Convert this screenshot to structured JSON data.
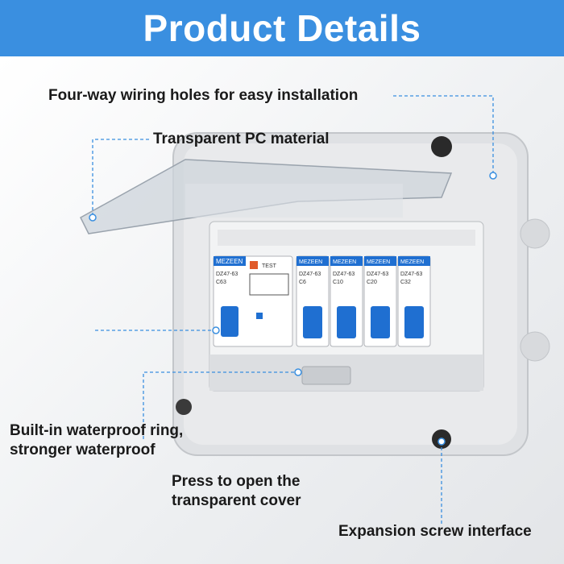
{
  "header": {
    "title": "Product Details"
  },
  "callouts": {
    "wiring_holes": "Four-way wiring holes for easy installation",
    "pc_material": "Transparent PC material",
    "waterproof_line1": "Built-in waterproof ring,",
    "waterproof_line2": "stronger waterproof",
    "press_line1": "Press to open the",
    "press_line2": "transparent cover",
    "expansion": "Expansion screw interface"
  },
  "breakers": [
    {
      "brand": "MEZEEN",
      "model": "DZ47-63",
      "rating": "C6"
    },
    {
      "brand": "MEZEEN",
      "model": "DZ47-63",
      "rating": "C10"
    },
    {
      "brand": "MEZEEN",
      "model": "DZ47-63",
      "rating": "C20"
    },
    {
      "brand": "MEZEEN",
      "model": "DZ47-63",
      "rating": "C32"
    }
  ],
  "rcd": {
    "brand": "MEZEEN",
    "model": "DZ47-63",
    "rating": "C63",
    "test_label": "TEST"
  },
  "colors": {
    "header": "#3a8fe0",
    "accent_blue": "#1f6fd1",
    "leader": "#3a8fe0"
  }
}
